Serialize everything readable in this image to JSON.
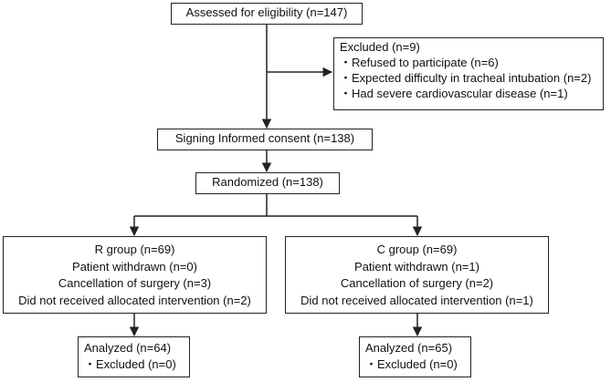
{
  "assessed": {
    "label": "Assessed for eligibility (n=147)"
  },
  "excluded": {
    "title": "Excluded (n=9)",
    "bullet": "・",
    "reasons": [
      "Refused to participate (n=6)",
      "Expected difficulty in tracheal intubation (n=2)",
      "Had severe cardiovascular disease (n=1)"
    ]
  },
  "consent": {
    "label": "Signing Informed consent  (n=138)"
  },
  "randomized": {
    "label": "Randomized (n=138)"
  },
  "r_group": {
    "lines": [
      "R group (n=69)",
      "Patient withdrawn (n=0)",
      "Cancellation of surgery (n=3)",
      "Did not received allocated intervention (n=2)"
    ]
  },
  "c_group": {
    "lines": [
      "C group (n=69)",
      "Patient withdrawn (n=1)",
      "Cancellation of surgery (n=2)",
      "Did not received allocated intervention (n=1)"
    ]
  },
  "r_analyzed": {
    "title": "Analyzed (n=64)",
    "bullet": "・",
    "excluded": "Excluded (n=0)"
  },
  "c_analyzed": {
    "title": "Analyzed (n=65)",
    "bullet": "・",
    "excluded": "Excluded (n=0)"
  },
  "colors": {
    "line": "#222222",
    "text": "#111111",
    "background": "#ffffff"
  }
}
